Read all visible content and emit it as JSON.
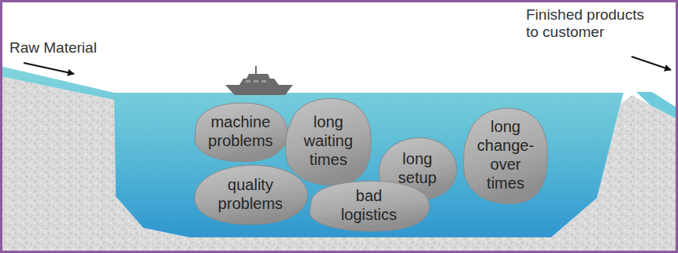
{
  "diagram": {
    "nodes": [
      {
        "text": [
          "machine problems"
        ]
      },
      {
        "text": [
          "long waiting times"
        ]
      },
      {
        "text": [
          "long setup"
        ]
      },
      {
        "text": [
          "long change-over times"
        ]
      },
      {
        "text": [
          "quality problems"
        ]
      },
      {
        "text": [
          "bad logistics"
        ]
      }
    ],
    "labels": [
      "Raw Material",
      "Finished products to customer"
    ]
  }
}
